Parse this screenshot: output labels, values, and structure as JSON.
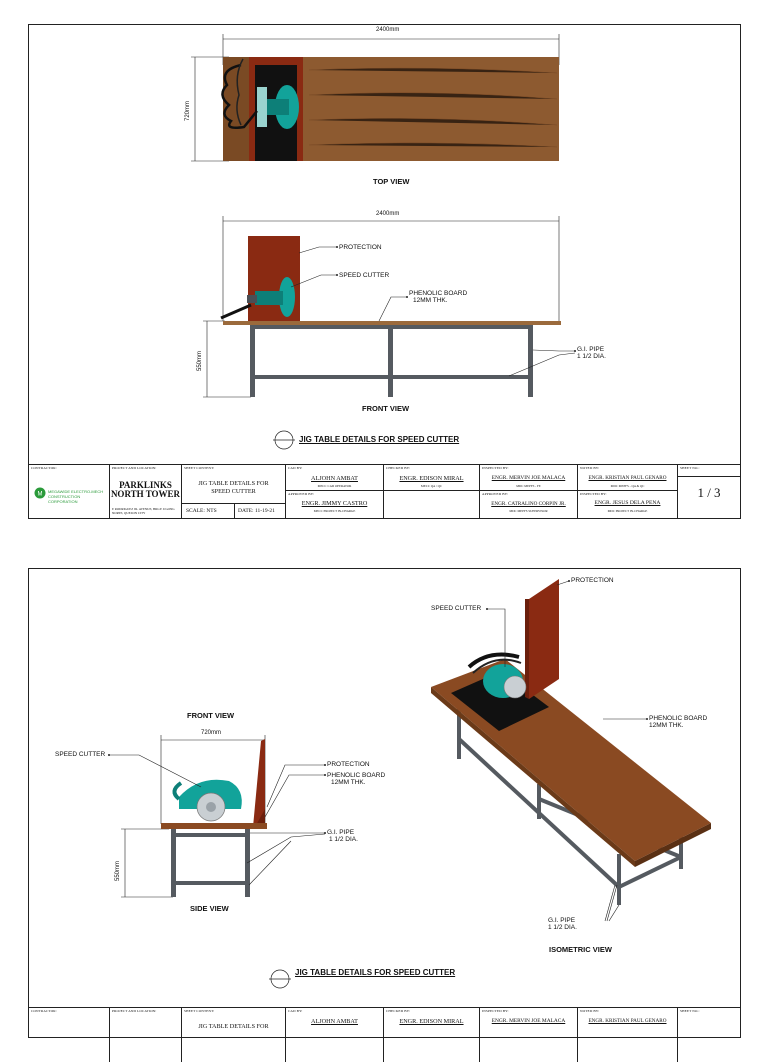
{
  "sheet1": {
    "top_view": {
      "dim_width": "2400mm",
      "dim_depth": "720mm",
      "title": "TOP VIEW"
    },
    "front_view": {
      "dim_width": "2400mm",
      "dim_height": "550mm",
      "label_protection": "PROTECTION",
      "label_speed_cutter": "SPEED CUTTER",
      "label_phenolic_1": "PHENOLIC BOARD",
      "label_phenolic_2": "12MM THK.",
      "label_pipe_1": "G.I. PIPE",
      "label_pipe_2": "1 1/2 DIA.",
      "title": "FRONT VIEW"
    },
    "caption": "JIG TABLE DETAILS FOR SPEED CUTTER"
  },
  "sheet2": {
    "front_view": {
      "title": "FRONT VIEW",
      "dim_width": "720mm",
      "dim_height": "550mm",
      "label_speed_cutter": "SPEED CUTTER",
      "label_protection": "PROTECTION",
      "label_phenolic_1": "PHENOLIC BOARD",
      "label_phenolic_2": "12MM THK.",
      "label_pipe_1": "G.I. PIPE",
      "label_pipe_2": "1 1/2 DIA."
    },
    "side_view": {
      "title": "SIDE VIEW"
    },
    "isometric": {
      "title": "ISOMETRIC VIEW",
      "label_protection": "PROTECTION",
      "label_speed_cutter": "SPEED CUTTER",
      "label_phenolic_1": "PHENOLIC BOARD",
      "label_phenolic_2": "12MM THK.",
      "label_pipe_1": "G.I. PIPE",
      "label_pipe_2": "1 1/2 DIA."
    },
    "caption": "JIG TABLE DETAILS FOR SPEED CUTTER"
  },
  "title_block": {
    "contractor_hdr": "CONTRACTOR:",
    "contractor_logo_1": "MEGAWIDE ELECTRO-MECH",
    "contractor_logo_2": "CONSTRUCTION CORPORATION",
    "project_hdr": "PROJECT AND LOCATION:",
    "project_1": "PARKLINKS",
    "project_2": "NORTH TOWER",
    "location": "E RODRIGUEZ JR. AVENUE, BRGY. UGONG NORTE, QUEZON CITY",
    "content_hdr": "SHEET CONTENT:",
    "content_1": "JIG TABLE DETAILS FOR",
    "content_2": "SPEED CUTTER",
    "scale": "SCALE: NTS",
    "date": "DATE: 11-19-21",
    "cad_hdr": "CAD BY:",
    "cad_name": "ALJOHN AMBAT",
    "cad_role": "MECC CAD OPERATOR",
    "approved_hdr": "APPROVED BY:",
    "approved_name": "ENGR. JIMMY CASTRO",
    "approved_role": "MECC PROJECT IN-CHARGE",
    "checked_hdr": "CHECKED BY:",
    "checked_name": "ENGR. EDISON MIRAL",
    "checked_role": "MECC QA / QC",
    "inspected_hdr": "INSPECTED BY:",
    "inspected_name": "ENGR. MERVIN JOE MALACA",
    "inspected_role": "MDC MEPFS - FE",
    "approved2_hdr": "APPROVED BY:",
    "approved2_name": "ENGR. CATRALINO CORPIN JR.",
    "approved2_role": "MDC MEPFS SUPERVISOR",
    "noted_hdr": "NOTED BY:",
    "noted_name": "ENGR. KRISTIAN PAUL GENARO",
    "noted_role": "MDC MEPFS - QA & QC",
    "inspected2_hdr": "INSPECTED BY:",
    "inspected2_name": "ENGR. JESUS DELA PENA",
    "inspected2_role": "MDC PROJECT IN-CHARGE",
    "sheetno_hdr": "SHEET NO.:",
    "sheetno": "1 / 3"
  },
  "colors": {
    "wood": "#7a4a24",
    "wood_light": "#9b6a3c",
    "guard_red": "#8a2a12",
    "cutter_teal": "#12a39a",
    "pipe_gray": "#555a60"
  }
}
